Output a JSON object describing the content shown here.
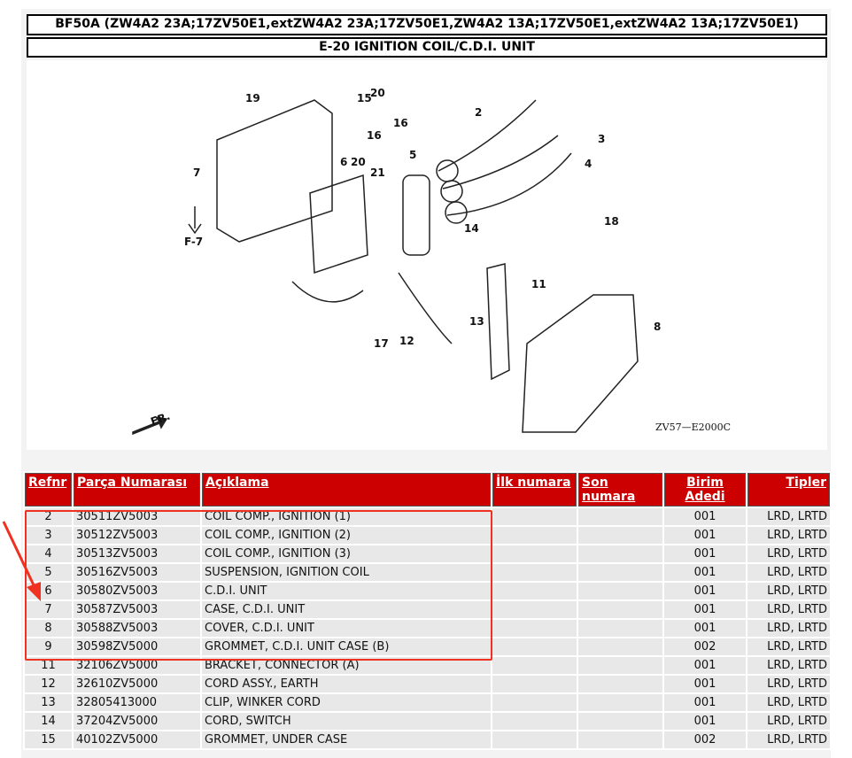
{
  "header": {
    "model": "BF50A (ZW4A2 23A;17ZV50E1,extZW4A2 23A;17ZV50E1,ZW4A2 13A;17ZV50E1,extZW4A2 13A;17ZV50E1)",
    "section": "E-20 IGNITION COIL/C.D.I. UNIT"
  },
  "diagram": {
    "code": "ZV57—E2000C",
    "ref": "F-7",
    "front": "FR.",
    "callouts": [
      "19",
      "15",
      "20",
      "16",
      "16",
      "6",
      "20",
      "21",
      "7",
      "5",
      "2",
      "3",
      "4",
      "18",
      "14",
      "11",
      "13",
      "12",
      "17",
      "8"
    ]
  },
  "table": {
    "headers": [
      "Refnr",
      "Parça Numarası",
      "Açıklama",
      "İlk numara",
      "Son numara",
      "Birim Adedi",
      "Tipler"
    ],
    "rows": [
      [
        "2",
        "30511ZV5003",
        "COIL COMP., IGNITION (1)",
        "",
        "",
        "001",
        "LRD, LRTD"
      ],
      [
        "3",
        "30512ZV5003",
        "COIL COMP., IGNITION (2)",
        "",
        "",
        "001",
        "LRD, LRTD"
      ],
      [
        "4",
        "30513ZV5003",
        "COIL COMP., IGNITION (3)",
        "",
        "",
        "001",
        "LRD, LRTD"
      ],
      [
        "5",
        "30516ZV5003",
        "SUSPENSION, IGNITION COIL",
        "",
        "",
        "001",
        "LRD, LRTD"
      ],
      [
        "6",
        "30580ZV5003",
        "C.D.I. UNIT",
        "",
        "",
        "001",
        "LRD, LRTD"
      ],
      [
        "7",
        "30587ZV5003",
        "CASE, C.D.I. UNIT",
        "",
        "",
        "001",
        "LRD, LRTD"
      ],
      [
        "8",
        "30588ZV5003",
        "COVER, C.D.I. UNIT",
        "",
        "",
        "001",
        "LRD, LRTD"
      ],
      [
        "9",
        "30598ZV5000",
        "GROMMET, C.D.I. UNIT CASE (B)",
        "",
        "",
        "002",
        "LRD, LRTD"
      ],
      [
        "11",
        "32106ZV5000",
        "BRACKET, CONNECTOR (A)",
        "",
        "",
        "001",
        "LRD, LRTD"
      ],
      [
        "12",
        "32610ZV5000",
        "CORD ASSY., EARTH",
        "",
        "",
        "001",
        "LRD, LRTD"
      ],
      [
        "13",
        "32805413000",
        "CLIP, WINKER CORD",
        "",
        "",
        "001",
        "LRD, LRTD"
      ],
      [
        "14",
        "37204ZV5000",
        "CORD, SWITCH",
        "",
        "",
        "001",
        "LRD, LRTD"
      ],
      [
        "15",
        "40102ZV5000",
        "GROMMET, UNDER CASE",
        "",
        "",
        "002",
        "LRD, LRTD"
      ]
    ]
  },
  "colors": {
    "header_bg": "#cc0000",
    "highlight": "#f03020"
  }
}
